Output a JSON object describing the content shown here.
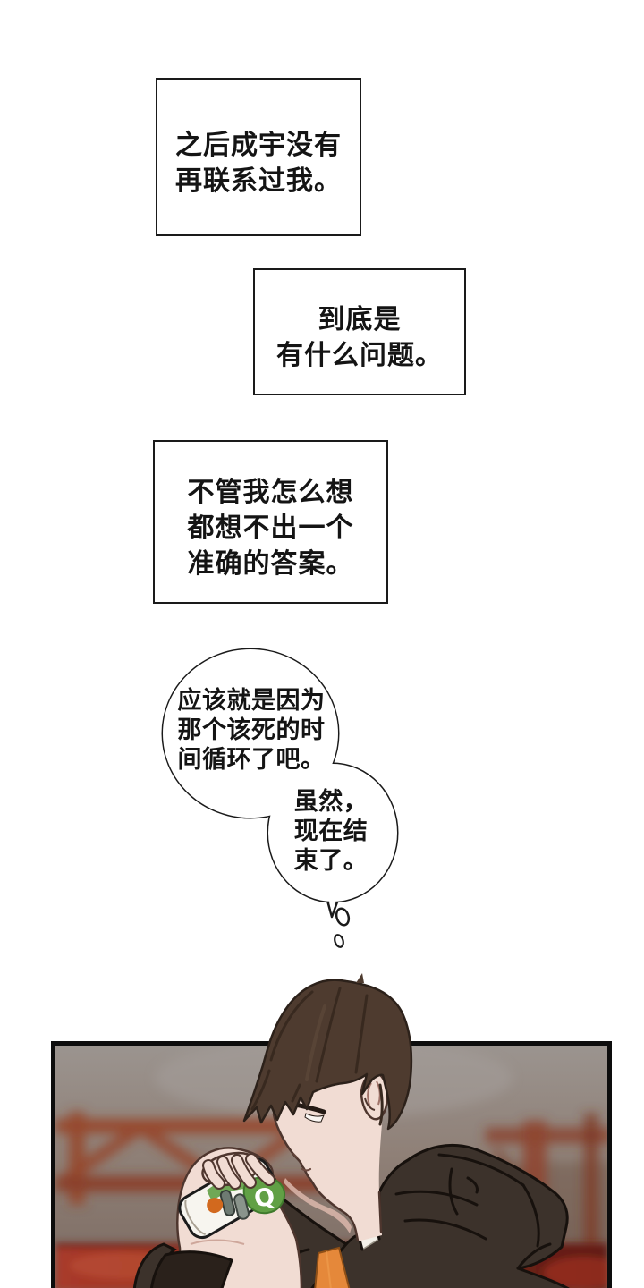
{
  "page": {
    "type": "manga-page",
    "background": "#ffffff"
  },
  "captions": {
    "box1": {
      "lines": [
        "之后成宇没有",
        "再联系过我。"
      ]
    },
    "box2": {
      "lines": [
        "到底是",
        "有什么问题。"
      ]
    },
    "box3": {
      "lines": [
        "不管我怎么想",
        "都想不出一个",
        "准确的答案。"
      ]
    }
  },
  "thought": {
    "bubble1": {
      "lines": [
        "应该就是因为",
        "那个该死的时",
        "间循环了吧。"
      ]
    },
    "bubble2": {
      "lines": [
        "虽然，",
        "现在结",
        "束了。"
      ]
    }
  },
  "panel": {
    "scene": "A young man with short dark-brown hair looks down, holding a tilted white-and-green drink can with a Q logo; he wears a dark hooded jacket over a white tee with an orange strap, in front of blurred rust-red warehouse racking.",
    "can_logo_letter": "Q",
    "colors": {
      "panel_border": "#0d0d0d",
      "wall_top": "#9b948f",
      "wall_bottom": "#7b6a61",
      "racking_rust": "#96492f",
      "floor_band_red": "#a83a29",
      "floor_band_dark": "#5f1d15",
      "hair": "#4e3b2f",
      "skin": "#f1dcd3",
      "jacket": "#3c322b",
      "shirt": "#f3f0e9",
      "strap_orange": "#e5883a",
      "can_body": "#f7f5ef",
      "can_green": "#61a045",
      "can_accent_orange": "#d2691e"
    }
  }
}
